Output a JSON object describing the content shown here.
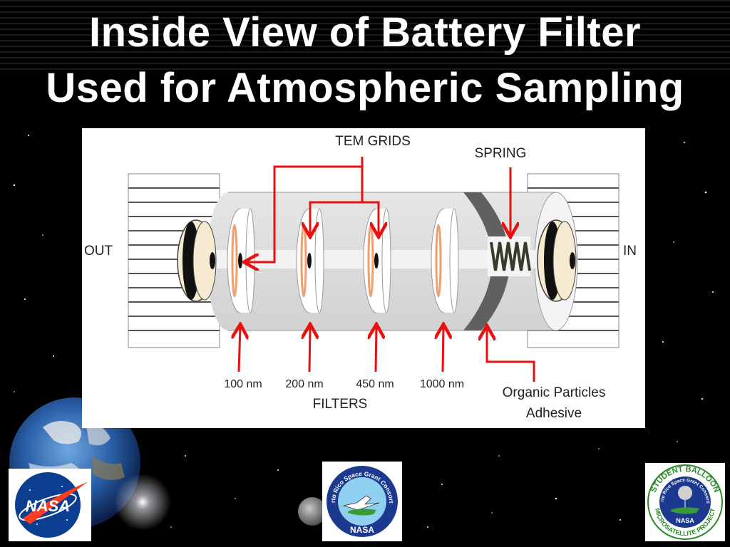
{
  "title": {
    "line1": "Inside View of Battery Filter",
    "line2": "Used for Atmospheric Sampling"
  },
  "diagram": {
    "labels": {
      "tem_grids": "TEM GRIDS",
      "spring": "SPRING",
      "out": "OUT",
      "in": "IN",
      "filters": "FILTERS",
      "organic_line1": "Organic Particles",
      "organic_line2": "Adhesive"
    },
    "filter_sizes": [
      "100 nm",
      "200 nm",
      "450 nm",
      "1000 nm"
    ],
    "colors": {
      "arrow": "#e81010",
      "membrane": "#f0a070",
      "housing": "#d8d8d8",
      "adhesive": "#606060"
    }
  },
  "logos": {
    "nasa": "NASA",
    "prsgc_arc": "Puerto Rico Space Grant Consortium",
    "prsgc_bottom": "NASA",
    "balloon_top": "STUDENT BALLOON",
    "balloon_inner": "Puerto Rico Space Grant Consortium",
    "balloon_nasa": "NASA",
    "balloon_bottom": "MICROSATELLITE PROJECT"
  }
}
